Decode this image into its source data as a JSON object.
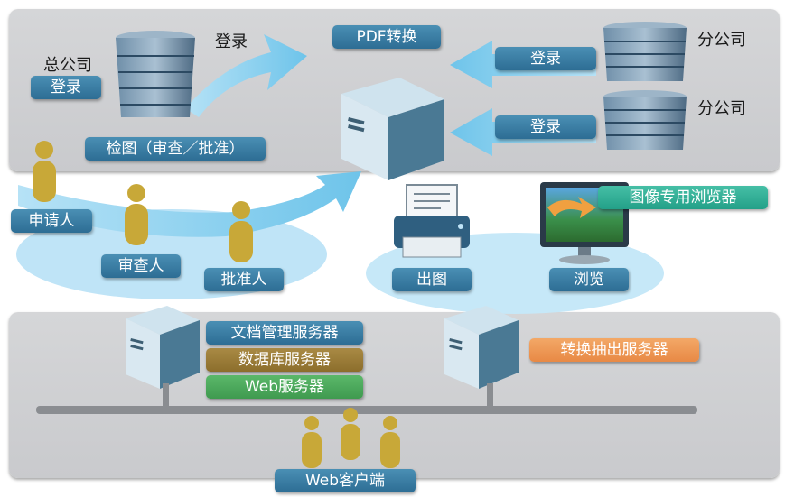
{
  "top": {
    "hq_title": "总公司",
    "hq_login": "登录",
    "login_arrow_text": "登录",
    "pdf_convert": "PDF转换",
    "branch1_title": "分公司",
    "branch1_login": "登录",
    "branch2_title": "分公司",
    "branch2_login": "登录",
    "review_label": "检图（审查／批准）"
  },
  "middle": {
    "applicant": "申请人",
    "reviewer": "审查人",
    "approver": "批准人",
    "print": "出图",
    "browse": "浏览",
    "image_browser": "图像专用浏览器"
  },
  "bottom": {
    "doc_server": "文档管理服务器",
    "db_server": "数据库服务器",
    "web_server": "Web服务器",
    "extract_server": "转换抽出服务器",
    "web_client": "Web客户端"
  },
  "colors": {
    "label_blue": "#2d6d94",
    "label_brown": "#8c6e2c",
    "label_green": "#3f9a4f",
    "label_orange": "#e88945",
    "label_teal": "#23a088",
    "arrow_blue": "#8fd0ee",
    "person_yellow": "#c8a838"
  },
  "icons": [
    "server-rack-icon",
    "tower-server-icon",
    "person-icon",
    "printer-icon",
    "monitor-icon",
    "arrow-icon"
  ]
}
